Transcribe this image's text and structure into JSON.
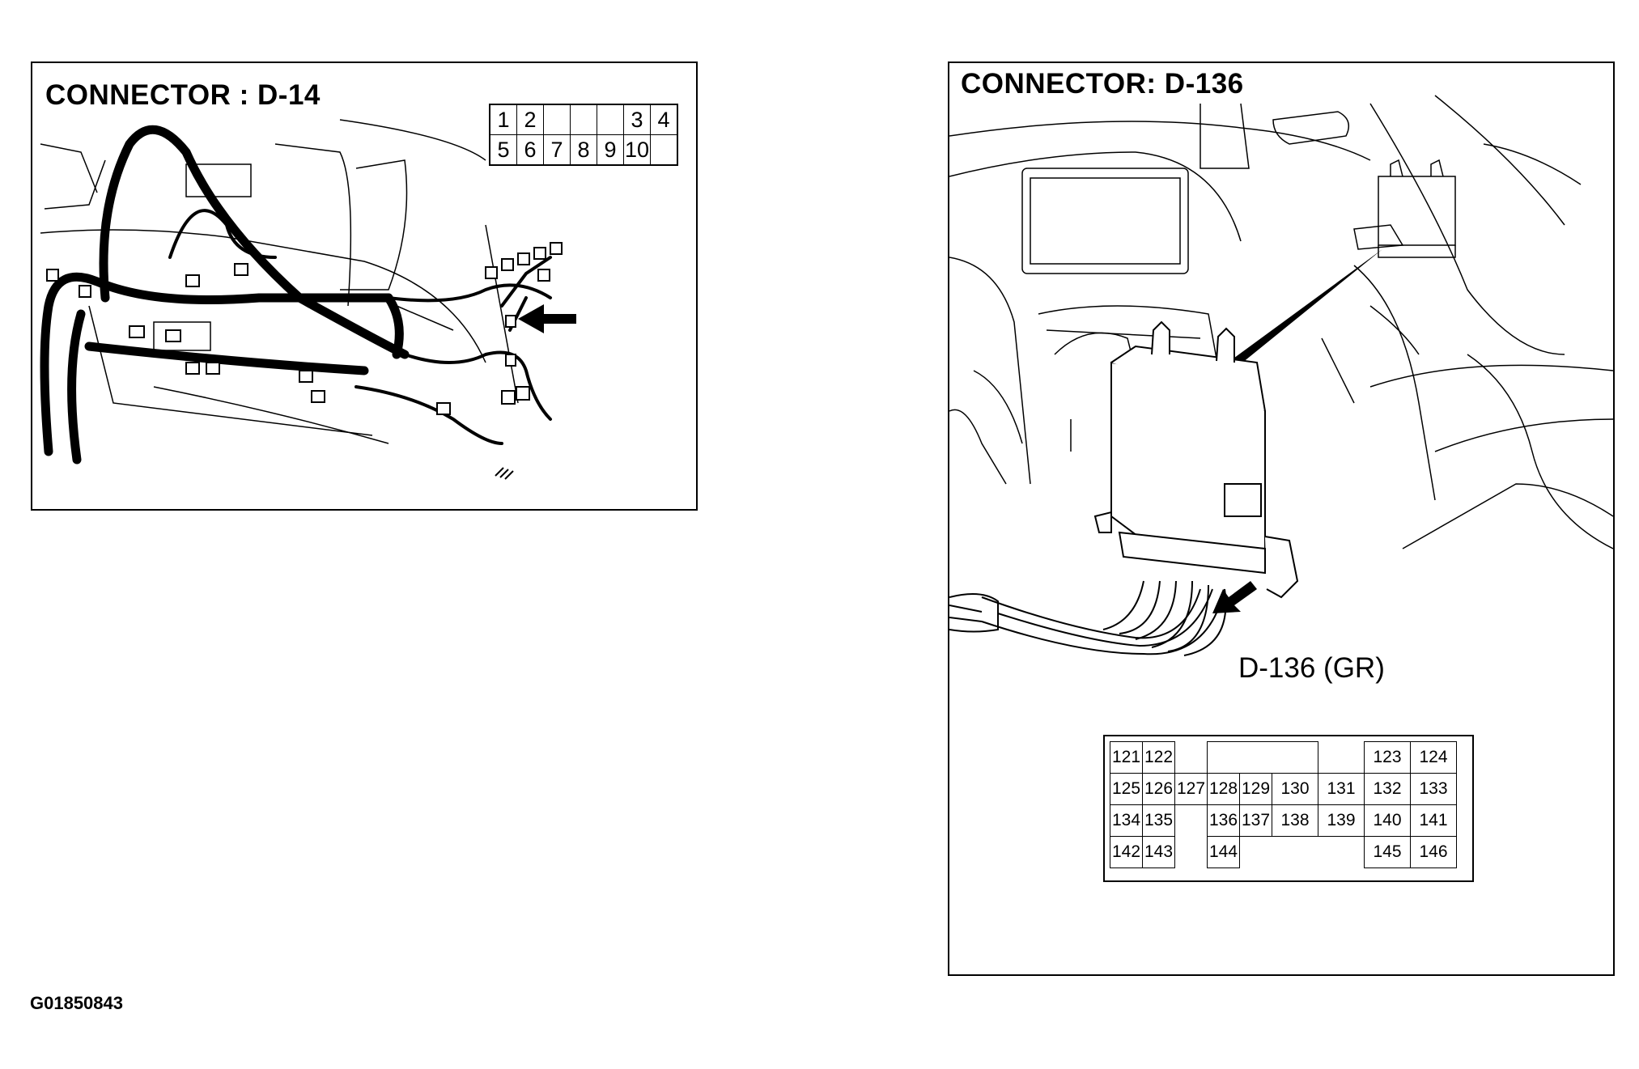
{
  "left_panel": {
    "title": "CONNECTOR : D-14",
    "pins": {
      "row1": [
        "1",
        "2",
        "",
        "",
        "3",
        "4"
      ],
      "row2": [
        "5",
        "6",
        "7",
        "8",
        "9",
        "10"
      ]
    }
  },
  "right_panel": {
    "title": "CONNECTOR: D-136",
    "connector_label": "D-136 (GR)",
    "pins": {
      "row1": [
        "121",
        "122",
        "",
        "",
        "",
        "",
        "",
        "123",
        "124"
      ],
      "row2": [
        "125",
        "126",
        "127",
        "128",
        "129",
        "130",
        "131",
        "132",
        "133"
      ],
      "row3": [
        "134",
        "135",
        "",
        "136",
        "137",
        "138",
        "139",
        "140",
        "141"
      ],
      "row4": [
        "142",
        "143",
        "",
        "144",
        "",
        "",
        "",
        "145",
        "146"
      ]
    }
  },
  "footer": {
    "figure_code": "G01850843"
  }
}
